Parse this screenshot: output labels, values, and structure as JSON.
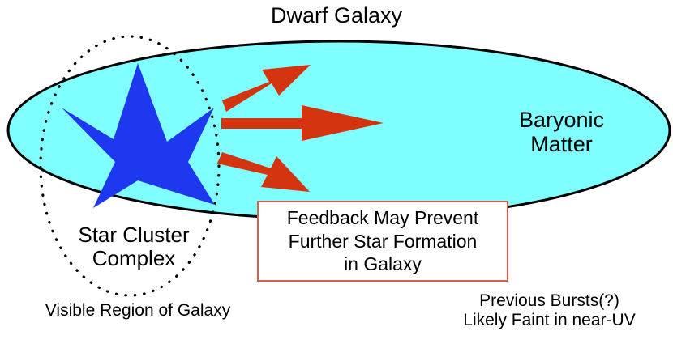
{
  "figure": {
    "title": "Dwarf Galaxy",
    "background_color": "#ffffff"
  },
  "galaxy_ellipse": {
    "name": "dwarf-galaxy-ellipse",
    "fill_color": "#7FFFFF",
    "stroke_color": "#000000",
    "label": "Baryonic Matter",
    "label_lines": [
      "Baryonic",
      "Matter"
    ]
  },
  "star_cluster": {
    "star_color": "#1E38F0",
    "region_outline": "dotted",
    "label_lines": [
      "Star Cluster",
      "Complex"
    ],
    "caption": "Visible Region of Galaxy"
  },
  "arrows": {
    "color": "#D43310",
    "count": 3,
    "semantic": "feedback-outflow-arrows"
  },
  "feedback_box": {
    "border_color": "#e05b4a",
    "fill_color": "#ffffff",
    "lines": [
      "Feedback May Prevent",
      "Further Star Formation",
      "in Galaxy"
    ]
  },
  "notes": {
    "previous_bursts_lines": [
      "Previous Bursts(?)",
      "Likely Faint in near-UV"
    ]
  }
}
